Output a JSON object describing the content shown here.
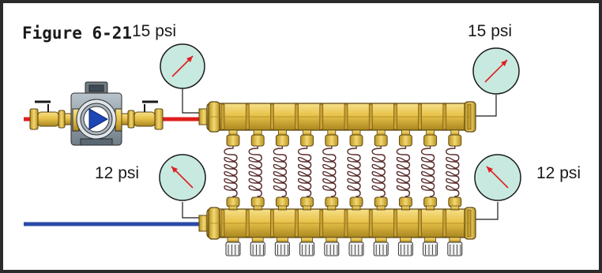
{
  "figure": {
    "title": "Figure 6-21"
  },
  "gauges": {
    "supply_left": "15 psi",
    "supply_right": "15 psi",
    "return_left": "12 psi",
    "return_right": "12 psi"
  },
  "colors": {
    "frame": "#2b2b2b",
    "supply_pipe": "#e01e1e",
    "return_pipe": "#2a4aa6",
    "brass": "#e8c24a",
    "brass_dark": "#8a6a12",
    "gauge_face": "#c7e9e0",
    "gauge_needle": "#e01e1e",
    "tube": "#5a2d2d",
    "pump_body": "#8c9aa6",
    "pump_impeller": "#1e46b4"
  },
  "icons": [
    "pressure-gauge-icon",
    "circulator-pump-icon",
    "ball-valve-icon",
    "manifold-icon"
  ]
}
